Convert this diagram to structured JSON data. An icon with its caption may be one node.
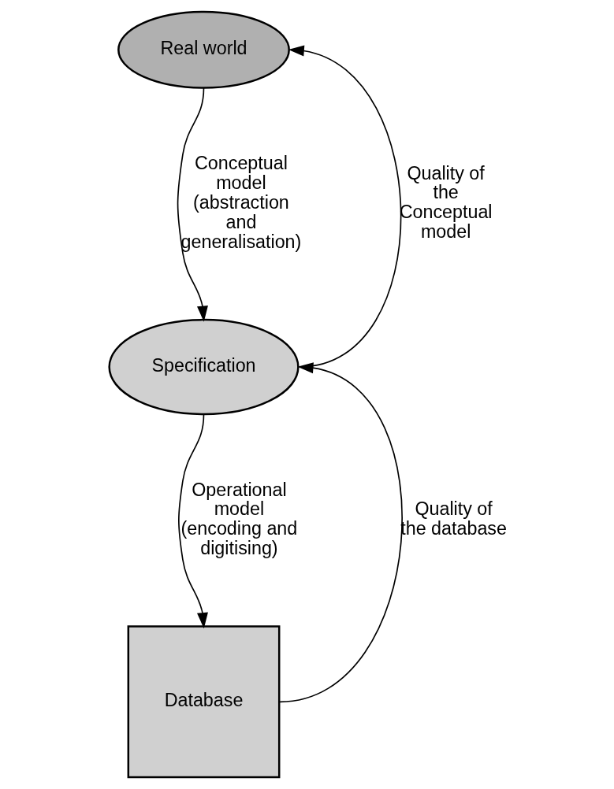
{
  "diagram": {
    "nodes": [
      {
        "text": [
          "Real world"
        ]
      },
      {
        "text": [
          "Specification"
        ]
      },
      {
        "text": [
          "Database"
        ]
      }
    ],
    "edges": [
      {
        "from": 0,
        "to": 1,
        "arrow": "to",
        "label": "Conceptual model (abstraction and generalisation)"
      },
      {
        "from": 1,
        "to": 0,
        "arrow": "to",
        "label": "Quality of the Conceptual model"
      },
      {
        "from": 1,
        "to": 2,
        "arrow": "to",
        "label": "Operational model (encoding and digitising)"
      },
      {
        "from": 2,
        "to": 1,
        "arrow": "to",
        "label": "Quality of the database"
      }
    ]
  }
}
